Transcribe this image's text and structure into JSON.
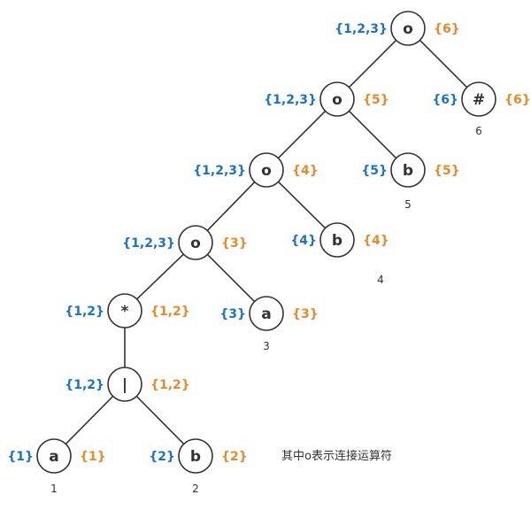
{
  "colors": {
    "firstpos": "#1a73c8",
    "lastpos": "#e8892a",
    "line": "#333333"
  },
  "note": "其中o表示连接运算符",
  "nodes": [
    {
      "id": "n1",
      "label": "o",
      "firstpos": "{1,2,3}",
      "lastpos": "{6}",
      "position": ""
    },
    {
      "id": "n2",
      "label": "o",
      "firstpos": "{1,2,3}",
      "lastpos": "{5}",
      "position": ""
    },
    {
      "id": "n3",
      "label": "#",
      "firstpos": "{6}",
      "lastpos": "{6}",
      "position": "6"
    },
    {
      "id": "n4",
      "label": "o",
      "firstpos": "{1,2,3}",
      "lastpos": "{4}",
      "position": ""
    },
    {
      "id": "n5",
      "label": "b",
      "firstpos": "{5}",
      "lastpos": "{5}",
      "position": "5"
    },
    {
      "id": "n6",
      "label": "o",
      "firstpos": "{1,2,3}",
      "lastpos": "{3}",
      "position": ""
    },
    {
      "id": "n7",
      "label": "b",
      "firstpos": "{4}",
      "lastpos": "{4}",
      "position": "4"
    },
    {
      "id": "n8",
      "label": "*",
      "firstpos": "{1,2}",
      "lastpos": "{1,2}",
      "position": ""
    },
    {
      "id": "n9",
      "label": "a",
      "firstpos": "{3}",
      "lastpos": "{3}",
      "position": "3"
    },
    {
      "id": "n10",
      "label": "|",
      "firstpos": "{1,2}",
      "lastpos": "{1,2}",
      "position": ""
    },
    {
      "id": "n11",
      "label": "a",
      "firstpos": "{1}",
      "lastpos": "{1}",
      "position": "1"
    },
    {
      "id": "n12",
      "label": "b",
      "firstpos": "{2}",
      "lastpos": "{2}",
      "position": "2"
    }
  ],
  "edges": [
    [
      "n1",
      "n2"
    ],
    [
      "n1",
      "n3"
    ],
    [
      "n2",
      "n4"
    ],
    [
      "n2",
      "n5"
    ],
    [
      "n4",
      "n6"
    ],
    [
      "n4",
      "n7"
    ],
    [
      "n6",
      "n8"
    ],
    [
      "n6",
      "n9"
    ],
    [
      "n8",
      "n10"
    ],
    [
      "n10",
      "n11"
    ],
    [
      "n10",
      "n12"
    ]
  ]
}
